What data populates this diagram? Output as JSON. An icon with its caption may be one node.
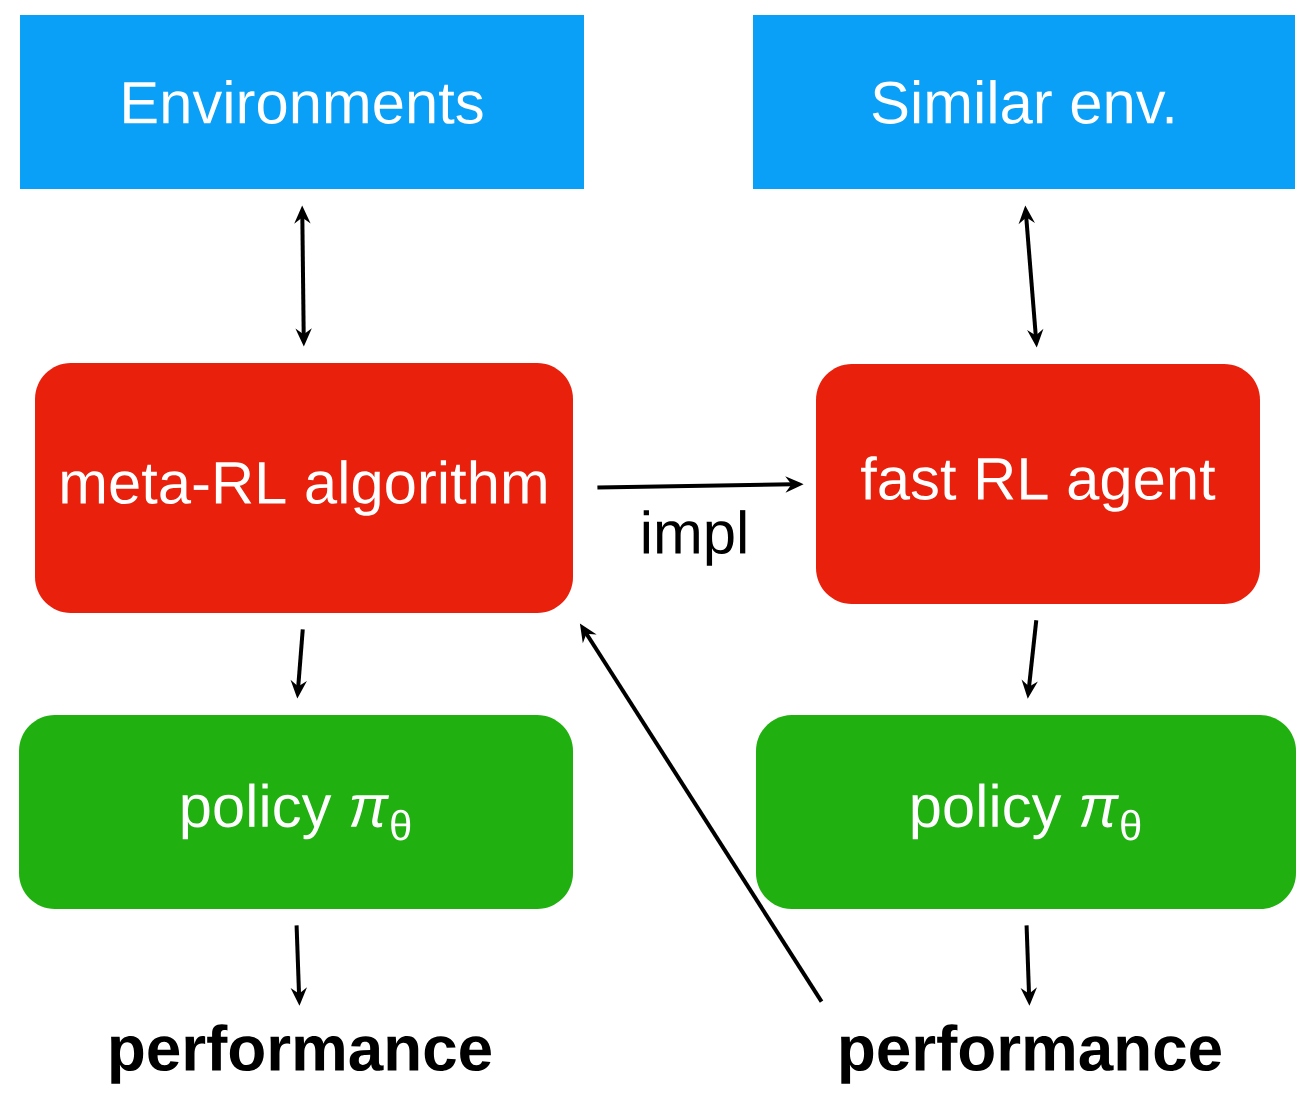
{
  "diagram": {
    "nodes": [
      {
        "text": [
          "Environments"
        ]
      },
      {
        "text": [
          "Similar env."
        ]
      },
      {
        "text": [
          "meta-RL algorithm"
        ]
      },
      {
        "text": [
          "fast RL agent"
        ]
      },
      {
        "text": [
          "policy *π*$_{θ}$"
        ]
      },
      {
        "text": [
          "policy *π*$_{θ}$"
        ]
      },
      {
        "text": [
          "performance"
        ]
      },
      {
        "text": [
          "performance"
        ]
      }
    ],
    "edges": [
      {
        "from": 0,
        "to": 2,
        "arrow": "both"
      },
      {
        "from": 1,
        "to": 3,
        "arrow": "both"
      },
      {
        "from": 2,
        "to": 3,
        "arrow": "to",
        "label": "impl"
      },
      {
        "from": 2,
        "to": 4,
        "arrow": "to"
      },
      {
        "from": 3,
        "to": 5,
        "arrow": "to"
      },
      {
        "from": 4,
        "to": 6,
        "arrow": "to"
      },
      {
        "from": 5,
        "to": 7,
        "arrow": "to"
      },
      {
        "from": 7,
        "to": 2,
        "arrow": "to"
      }
    ]
  }
}
